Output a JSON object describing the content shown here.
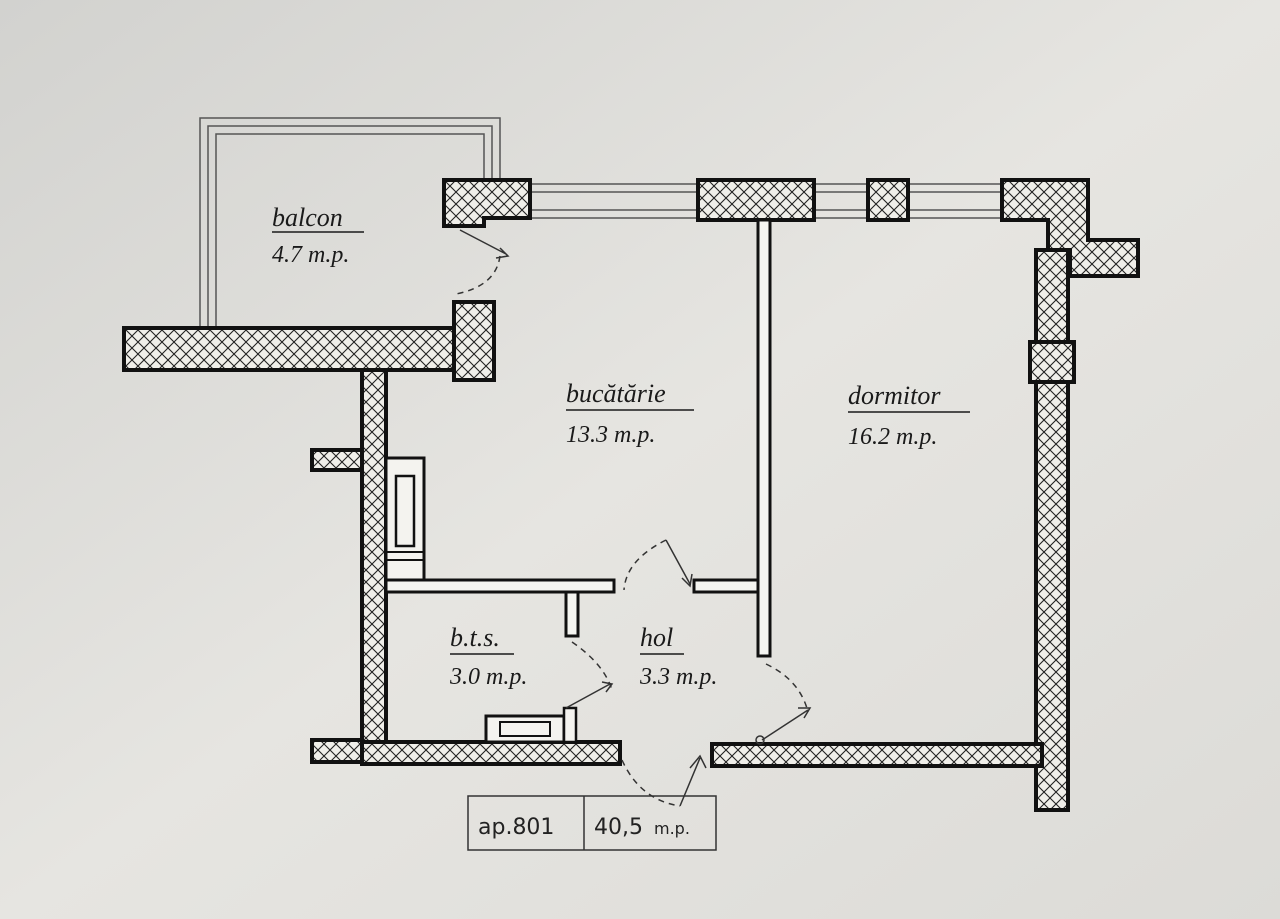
{
  "rooms": {
    "balcon": {
      "name": "balcon",
      "area": "4.7 m.p."
    },
    "bucatarie": {
      "name": "bucătărie",
      "area": "13.3 m.p."
    },
    "dormitor": {
      "name": "dormitor",
      "area": "16.2 m.p."
    },
    "bts": {
      "name": "b.t.s.",
      "area": "3.0 m.p."
    },
    "hol": {
      "name": "hol",
      "area": "3.3 m.p."
    }
  },
  "apartment": {
    "number": "ap.801",
    "total_area": "40,5",
    "total_unit": "m.p."
  },
  "colors": {
    "background": "#d9d9d6",
    "wall_stroke": "#111111",
    "paper": "#eceae4"
  }
}
